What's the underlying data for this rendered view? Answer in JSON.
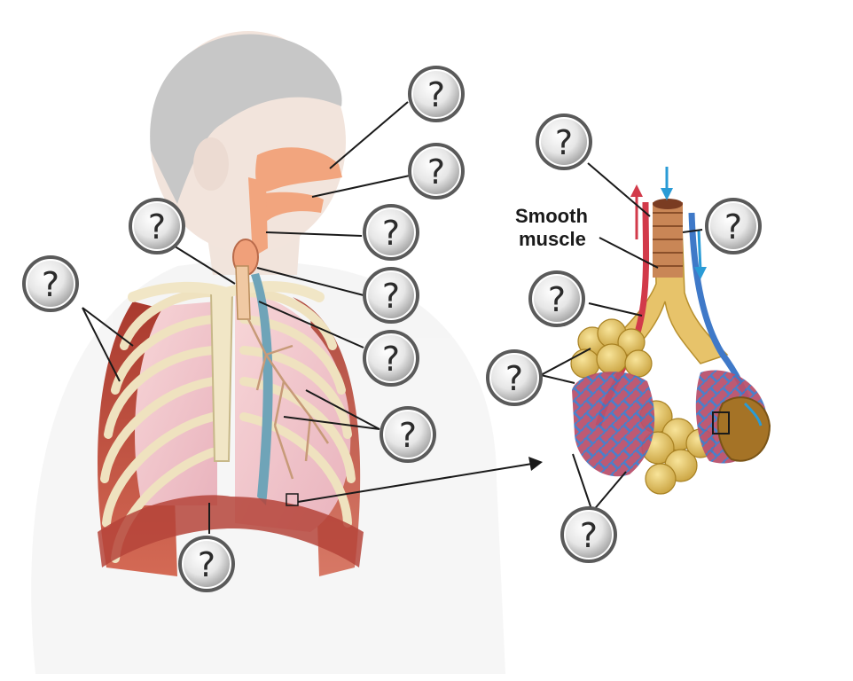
{
  "diagram": {
    "labels": {
      "smooth_muscle_line1": "Smooth",
      "smooth_muscle_line2": "muscle"
    },
    "badges": [
      {
        "id": "nasal-cavity",
        "text": "?"
      },
      {
        "id": "oral-cavity",
        "text": "?"
      },
      {
        "id": "pharynx",
        "text": "?"
      },
      {
        "id": "larynx",
        "text": "?"
      },
      {
        "id": "esophagus",
        "text": "?"
      },
      {
        "id": "bronchus",
        "text": "?"
      },
      {
        "id": "bronchioles",
        "text": "?"
      },
      {
        "id": "rib-muscles",
        "text": "?"
      },
      {
        "id": "diaphragm",
        "text": "?"
      },
      {
        "id": "inset-vessel",
        "text": "?"
      },
      {
        "id": "inset-vein",
        "text": "?"
      },
      {
        "id": "inset-bronchiole",
        "text": "?"
      },
      {
        "id": "inset-alveoli",
        "text": "?"
      },
      {
        "id": "inset-capillaries",
        "text": "?"
      }
    ],
    "colors": {
      "badge_fill": "#d9d9d9",
      "badge_ring": "#4a4a4a",
      "airway_orange": "#f2a57e",
      "alveoli_yellow": "#e6c565",
      "artery_red": "#d23a4a",
      "vein_blue": "#3f79c8",
      "muscle_red": "#b8453a",
      "bone": "#f1e6c6"
    }
  }
}
